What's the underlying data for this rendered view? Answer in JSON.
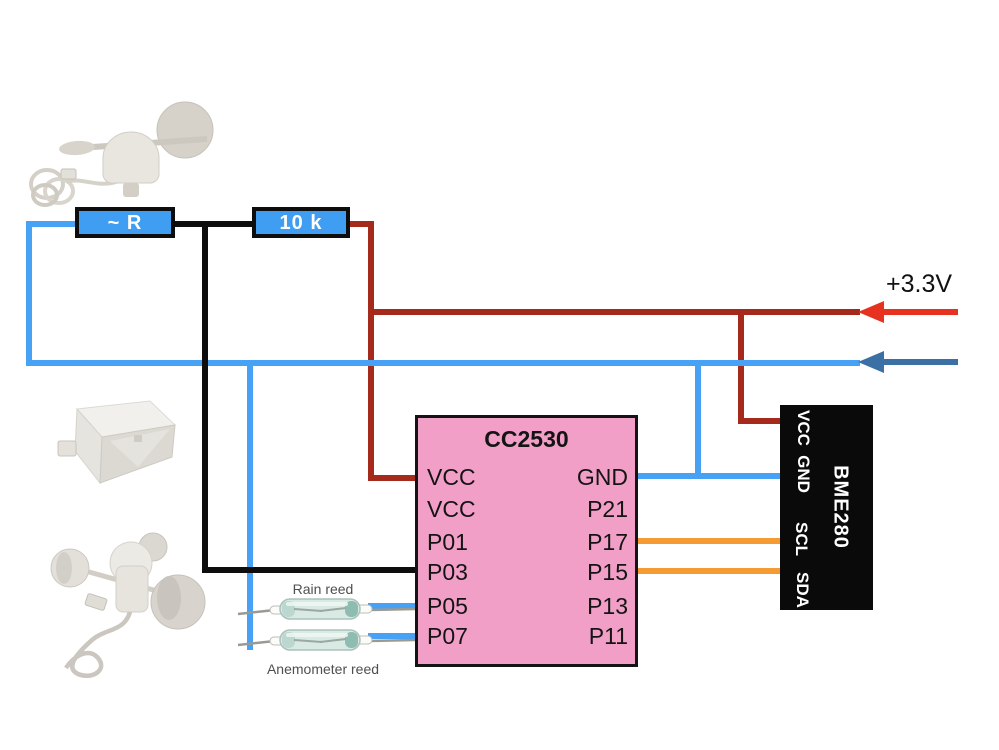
{
  "colors": {
    "background": "#ffffff",
    "wire_blue": "#47a1f4",
    "wire_blue_dark": "#3b70a5",
    "wire_red_dark": "#a52a1c",
    "wire_red_bright": "#e6321f",
    "wire_black": "#0d0d0d",
    "wire_orange": "#f49b33",
    "resistor_fill": "#3f9df2",
    "chip_fill": "#f29fc7",
    "module_fill": "#0a0a0a",
    "label_gray": "#4f4f4f"
  },
  "power": {
    "label": "+3.3V"
  },
  "resistors": [
    {
      "label": "~ R"
    },
    {
      "label": "10 k"
    }
  ],
  "chip": {
    "title": "CC2530",
    "left_pins": [
      "VCC",
      "VCC",
      "P01",
      "P03",
      "P05",
      "P07"
    ],
    "right_pins": [
      "GND",
      "P21",
      "P17",
      "P15",
      "P13",
      "P11"
    ]
  },
  "module": {
    "title": "BME280",
    "pins": [
      "VCC",
      "GND",
      "SCL",
      "SDA"
    ]
  },
  "annotations": {
    "rain_reed": "Rain reed",
    "anemometer_reed": "Anemometer reed"
  }
}
